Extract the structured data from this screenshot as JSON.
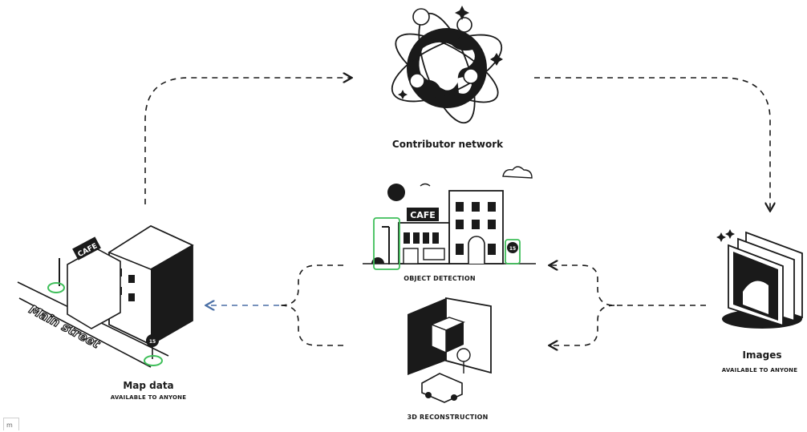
{
  "nodes": {
    "contributor": {
      "title": "Contributor network"
    },
    "detection": {
      "caption": "OBJECT DETECTION"
    },
    "reconstruction": {
      "caption": "3D RECONSTRUCTION"
    },
    "mapdata": {
      "title": "Map data",
      "sub": "AVAILABLE TO ANYONE"
    },
    "images": {
      "title": "Images",
      "sub": "AVAILABLE TO ANYONE"
    }
  },
  "illustration_text": {
    "cafe_sign_center": "CAFE",
    "cafe_sign_left": "CAFE",
    "street_name": "Main street",
    "speed_sign_left": "15",
    "speed_sign_center": "15"
  },
  "corner": {
    "text": "m"
  },
  "colors": {
    "ink": "#1a1a1a",
    "highlight_green": "#3fbf5a",
    "arrow_blue": "#4a6fa5",
    "background": "#ffffff"
  },
  "icons": [
    "globe-icon",
    "emoji-face-icon",
    "sparkle-icon",
    "cloud-icon",
    "sun-icon",
    "building-icon",
    "van-icon",
    "tree-icon",
    "photo-stack-icon"
  ]
}
